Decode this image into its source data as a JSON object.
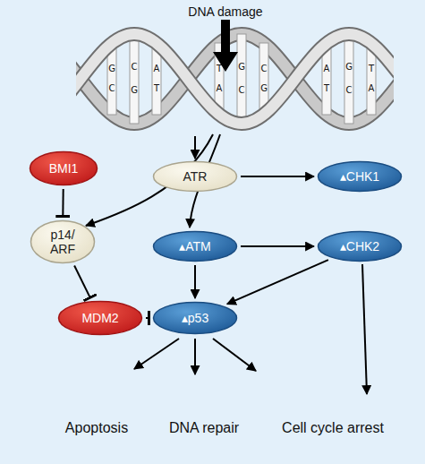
{
  "diagram": {
    "nodes": [
      {
        "text": [
          "BMI1"
        ]
      },
      {
        "text": [
          "p14/ ARF"
        ]
      },
      {
        "text": [
          "ATR"
        ]
      },
      {
        "text": [
          "▴CHK1"
        ]
      },
      {
        "text": [
          "▴ATM"
        ]
      },
      {
        "text": [
          "▴CHK2"
        ]
      },
      {
        "text": [
          "MDM2"
        ]
      },
      {
        "text": [
          "▴p53"
        ]
      }
    ],
    "edges": [
      {
        "from": 0,
        "to": 1,
        "arrow": "to"
      },
      {
        "from": 1,
        "to": 6,
        "arrow": "to"
      },
      {
        "from": 2,
        "to": 3,
        "arrow": "to"
      },
      {
        "from": 4,
        "to": 5,
        "arrow": "to"
      },
      {
        "from": 4,
        "to": 7,
        "arrow": "to"
      },
      {
        "from": 5,
        "to": 7,
        "arrow": "to"
      },
      {
        "from": 6,
        "to": 7,
        "arrow": "to"
      }
    ],
    "labels": [
      "DNA damage",
      "G C",
      "C G",
      "A T",
      "T A",
      "G C",
      "C G",
      "A T",
      "G C",
      "T A",
      "Apoptosis",
      "DNA repair",
      "Cell cycle arrest"
    ]
  }
}
